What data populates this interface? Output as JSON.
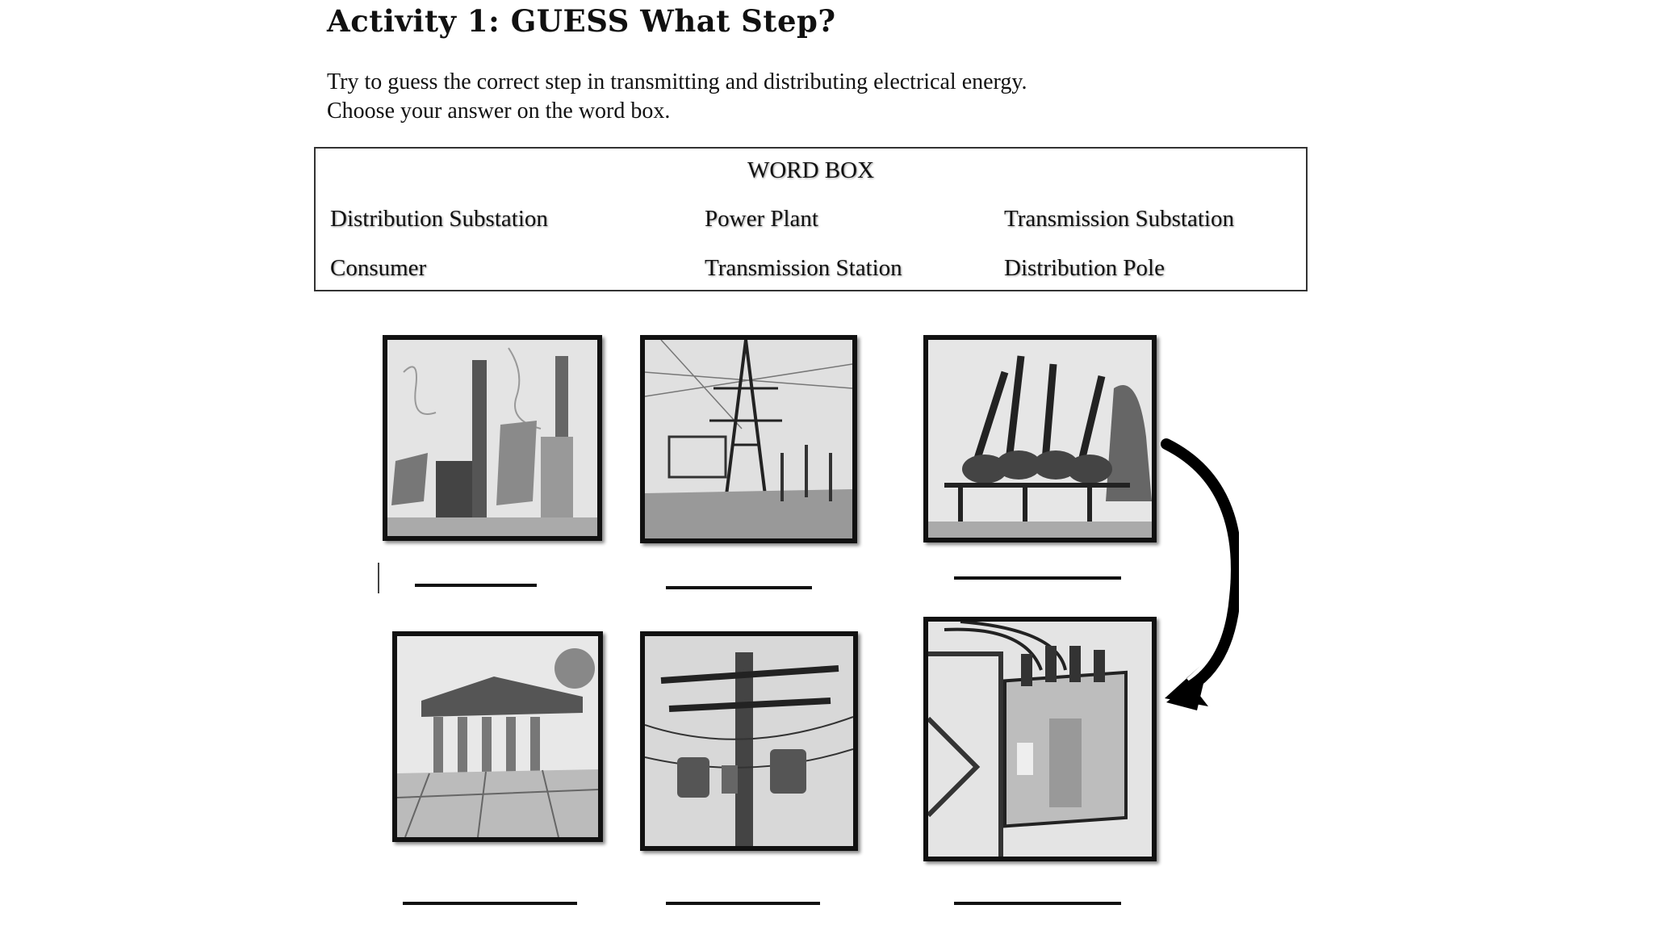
{
  "title": "Activity 1: GUESS What Step?",
  "instructions": [
    "Try to guess the correct step in transmitting and distributing electrical energy.",
    "Choose your answer on the word box."
  ],
  "word_box": {
    "heading": "WORD BOX",
    "words": [
      "Distribution Substation",
      "Power Plant",
      "Transmission Substation",
      "Consumer",
      "Transmission Station",
      "Distribution Pole"
    ]
  },
  "pictures": [
    {
      "icon": "power-plant-icon"
    },
    {
      "icon": "transmission-tower-icon"
    },
    {
      "icon": "substation-insulators-icon"
    },
    {
      "icon": "building-consumer-icon"
    },
    {
      "icon": "distribution-pole-icon"
    },
    {
      "icon": "transformer-box-icon"
    }
  ],
  "answer_blanks": [
    "",
    "",
    "",
    "",
    "",
    ""
  ]
}
